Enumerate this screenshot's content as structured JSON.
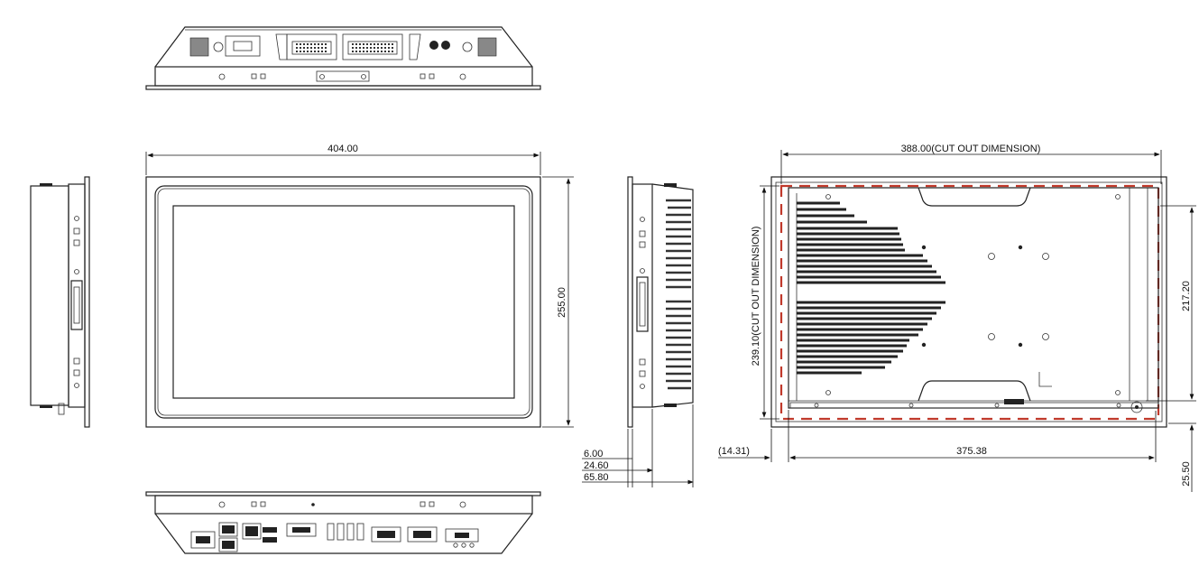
{
  "dimensions": {
    "front_width": "404.00",
    "front_height": "255.00",
    "side_bezel": "6.00",
    "side_mid": "24.60",
    "side_total": "65.80",
    "cutout_width": "388.00(CUT OUT DIMENSION)",
    "cutout_height": "239.10(CUT OUT DIMENSION)",
    "rear_offset": "(14.31)",
    "rear_mount_width": "375.38",
    "rear_mount_height": "217.20",
    "rear_bottom_offset": "25.50"
  }
}
